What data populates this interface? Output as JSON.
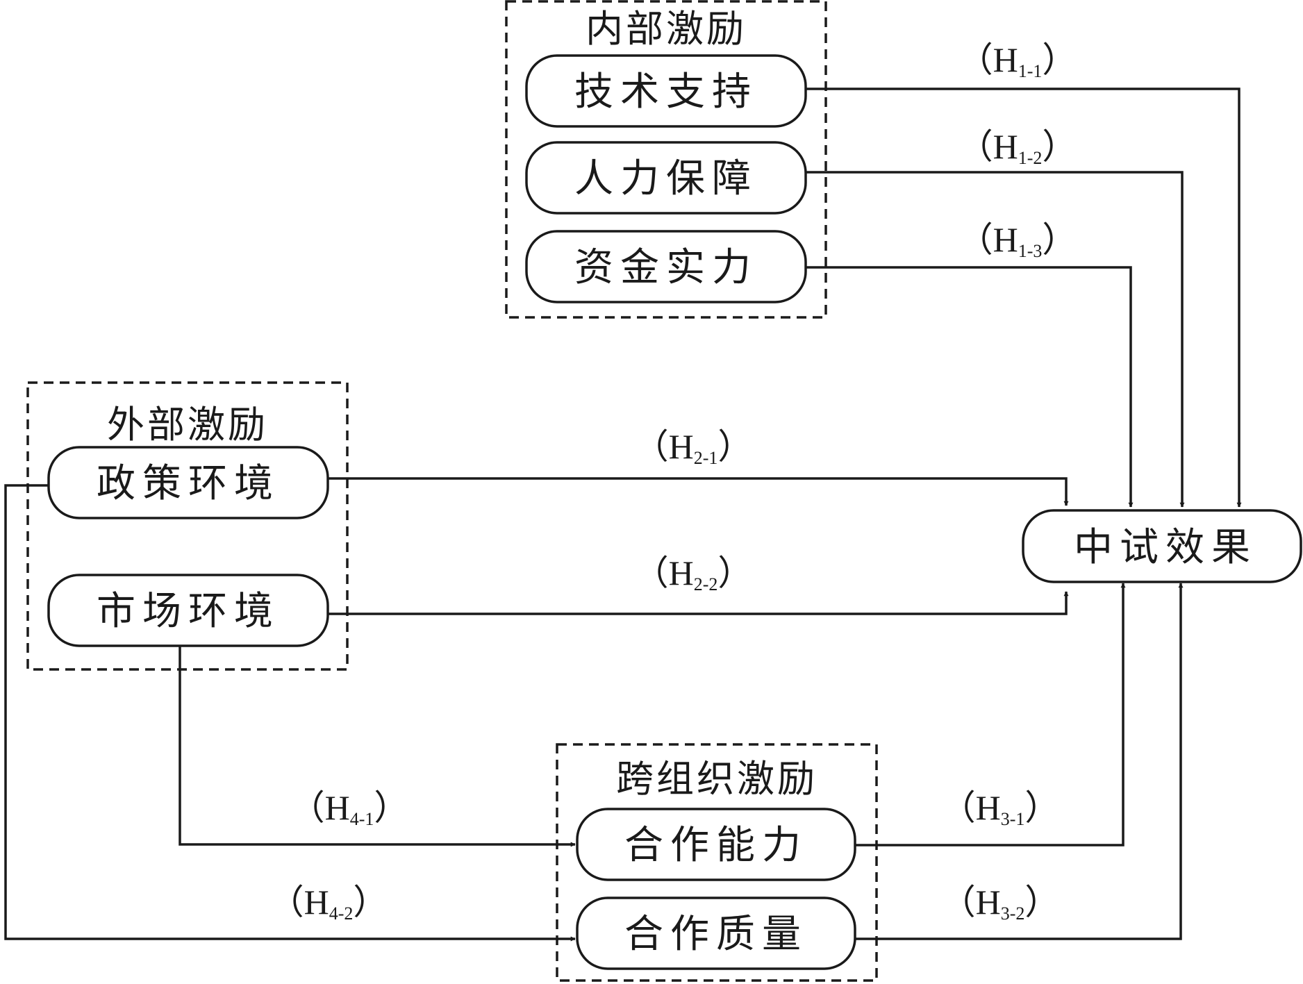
{
  "groups": {
    "internal": "内部激励",
    "external": "外部激励",
    "cross_org": "跨组织激励"
  },
  "nodes": {
    "tech_support": "技术支持",
    "human_resources": "人力保障",
    "capital_strength": "资金实力",
    "policy_env": "政策环境",
    "market_env": "市场环境",
    "coop_ability": "合作能力",
    "coop_quality": "合作质量",
    "pilot_effect": "中试效果"
  },
  "hypotheses": {
    "h1_1": {
      "main": "H",
      "sub": "1-1"
    },
    "h1_2": {
      "main": "H",
      "sub": "1-2"
    },
    "h1_3": {
      "main": "H",
      "sub": "1-3"
    },
    "h2_1": {
      "main": "H",
      "sub": "2-1"
    },
    "h2_2": {
      "main": "H",
      "sub": "2-2"
    },
    "h3_1": {
      "main": "H",
      "sub": "3-1"
    },
    "h3_2": {
      "main": "H",
      "sub": "3-2"
    },
    "h4_1": {
      "main": "H",
      "sub": "4-1"
    },
    "h4_2": {
      "main": "H",
      "sub": "4-2"
    }
  },
  "labels": {
    "open_paren": "（",
    "close_paren": "）"
  }
}
